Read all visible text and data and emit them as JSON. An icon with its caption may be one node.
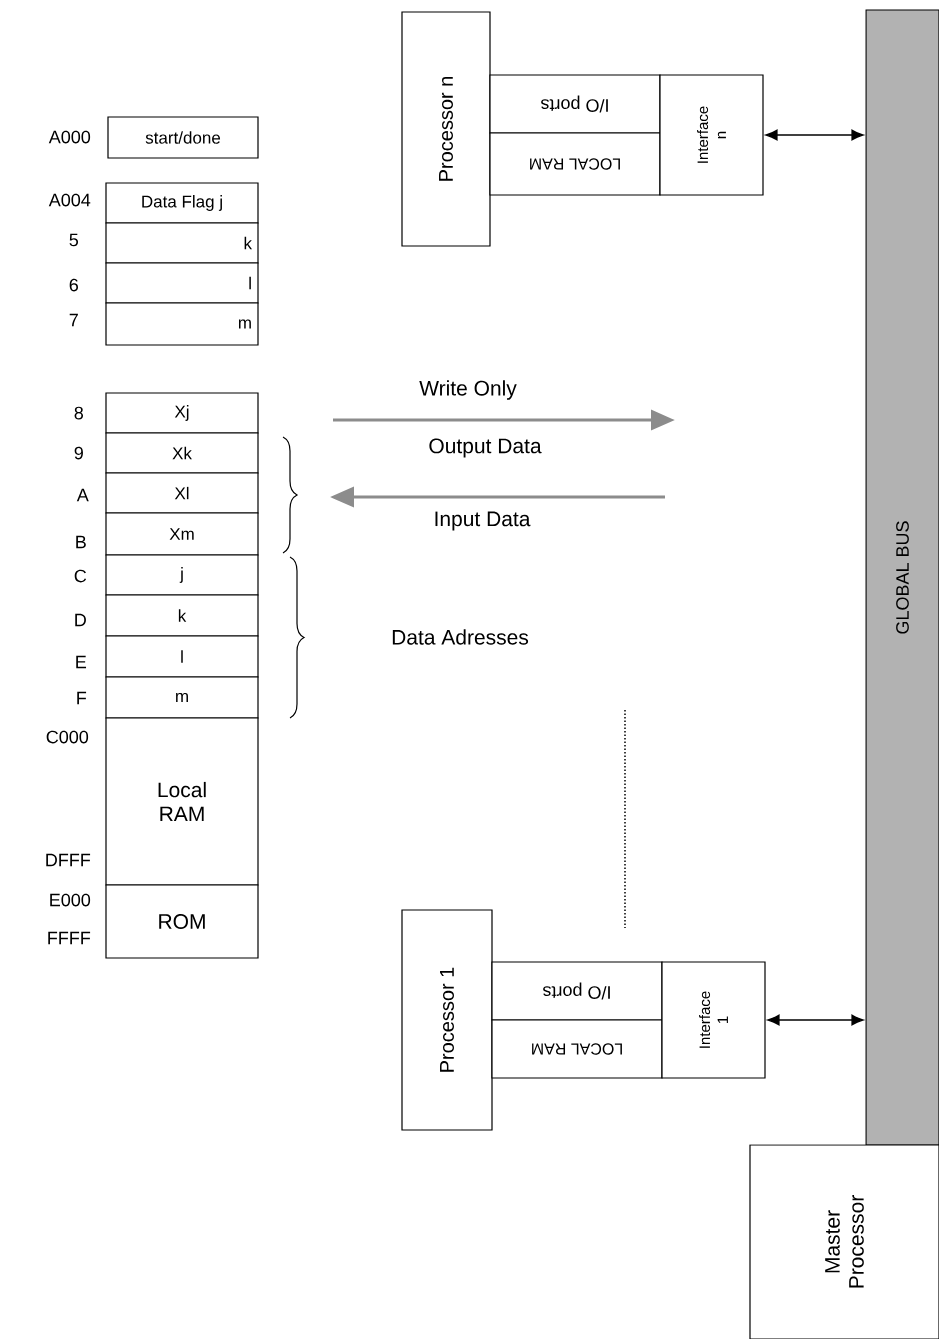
{
  "diagram": {
    "nodes": [
      {
        "text": [
          "start/done"
        ]
      },
      {
        "text": [
          "Data Flag j"
        ]
      },
      {
        "text": [
          "k"
        ]
      },
      {
        "text": [
          "l"
        ]
      },
      {
        "text": [
          "m"
        ]
      },
      {
        "text": [
          "Xj"
        ]
      },
      {
        "text": [
          "Xk"
        ]
      },
      {
        "text": [
          "Xl"
        ]
      },
      {
        "text": [
          "Xm"
        ]
      },
      {
        "text": [
          "j"
        ]
      },
      {
        "text": [
          "k"
        ]
      },
      {
        "text": [
          "l"
        ]
      },
      {
        "text": [
          "m"
        ]
      },
      {
        "text": [
          "Local RAM"
        ]
      },
      {
        "text": [
          "ROM"
        ]
      },
      {
        "text": [
          "Processor n"
        ]
      },
      {
        "text": [
          "I/O ports"
        ]
      },
      {
        "text": [
          "LOCAL RAM"
        ]
      },
      {
        "text": [
          "Interface n"
        ]
      },
      {
        "text": [
          "GLOBAL BUS"
        ]
      },
      {
        "text": [
          "Processor 1"
        ]
      },
      {
        "text": [
          "I/O ports"
        ]
      },
      {
        "text": [
          "LOCAL RAM"
        ]
      },
      {
        "text": [
          "Interface 1"
        ]
      },
      {
        "text": [
          "Master Processor"
        ]
      }
    ],
    "edges": [
      {
        "from": 18,
        "to": 19,
        "arrow": "both"
      },
      {
        "from": 23,
        "to": 19,
        "arrow": "both"
      }
    ],
    "labels": [
      "A000",
      "A004",
      "5",
      "6",
      "7",
      "Write Only",
      "8",
      "9",
      "Output Data",
      "A",
      "Input Data",
      "B",
      "C",
      "D",
      "Data Adresses",
      "E",
      "F",
      "C000",
      "DFFF",
      "E000",
      "FFFF"
    ]
  }
}
